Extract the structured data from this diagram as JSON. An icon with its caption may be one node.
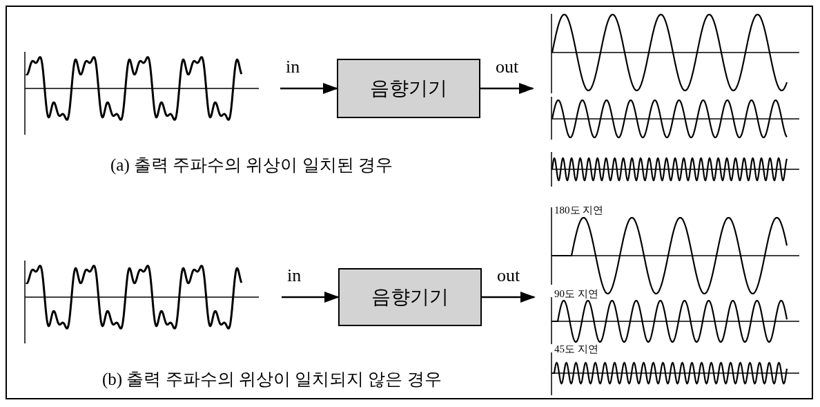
{
  "diagram": {
    "nodes": [
      {
        "text": [],
        "shape": "picture"
      },
      {
        "text": [
          "음향기기"
        ]
      },
      {
        "text": [],
        "shape": "picture"
      },
      {
        "text": [],
        "shape": "picture"
      },
      {
        "text": [
          "음향기기"
        ]
      },
      {
        "text": [],
        "shape": "picture"
      }
    ],
    "edges": [
      {
        "from": 0,
        "to": 1,
        "arrow": "to",
        "label": "in"
      },
      {
        "from": 1,
        "to": 2,
        "arrow": "to",
        "label": "out"
      },
      {
        "from": 3,
        "to": 4,
        "arrow": "to",
        "label": "in"
      },
      {
        "from": 4,
        "to": 5,
        "arrow": "to",
        "label": "out"
      }
    ],
    "labels": [
      "(a) 출력 주파수의 위상이 일치된 경우",
      "180도 지연",
      "90도 지연",
      "45도 지연",
      "(b) 출력 주파수의 위상이 일치되지 않은 경우"
    ]
  }
}
